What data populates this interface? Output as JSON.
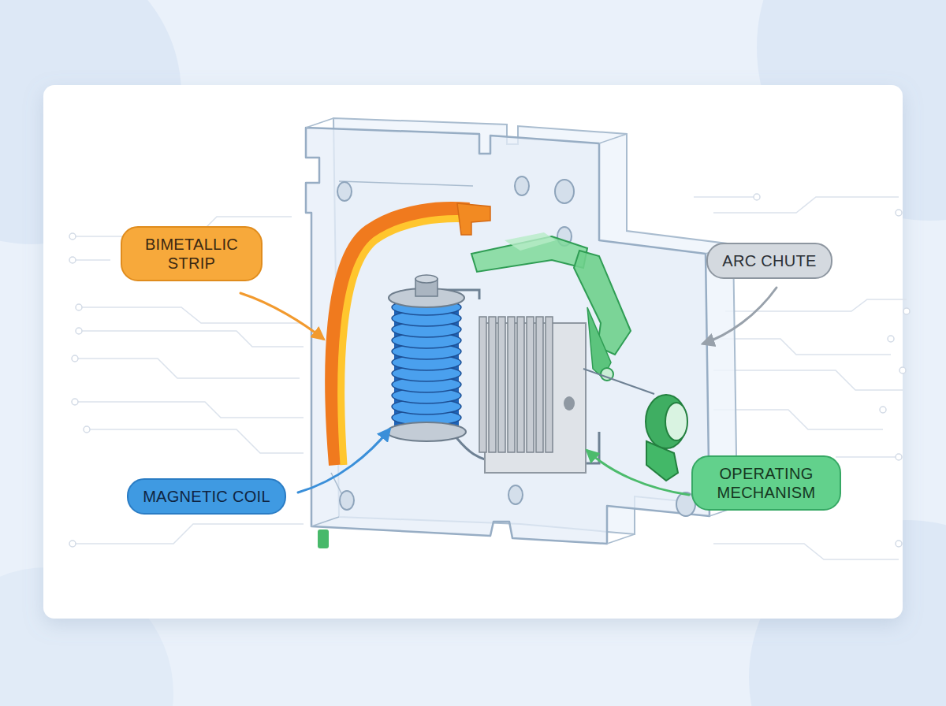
{
  "diagram": {
    "nodes": [
      {
        "text": [
          "BIMETALLIC STRIP"
        ]
      },
      {
        "text": [
          "MAGNETIC COIL"
        ]
      },
      {
        "text": [
          "ARC CHUTE"
        ]
      },
      {
        "text": [
          "OPERATING MECHANISM"
        ]
      }
    ]
  }
}
